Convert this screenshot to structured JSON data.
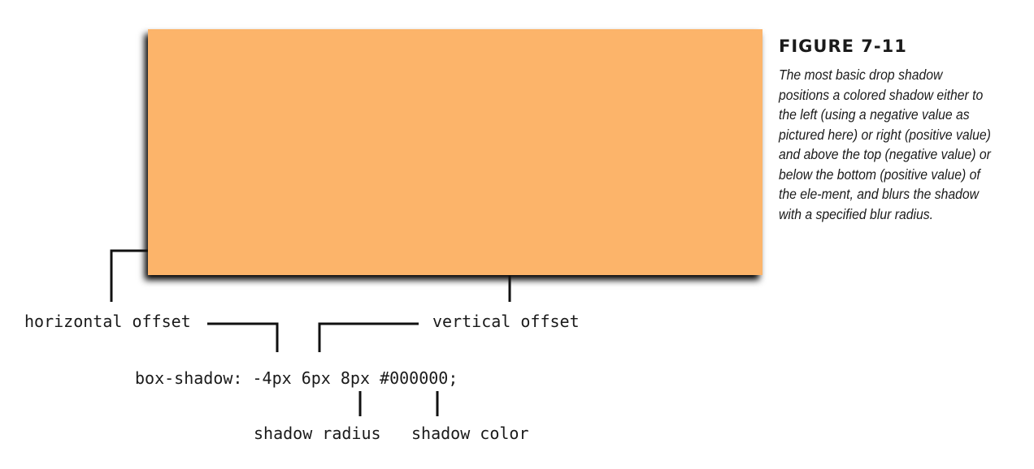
{
  "figure": {
    "number": "FIGURE 7-11",
    "caption": "The most basic drop shadow positions a colored shadow either to the left (using a negative value as pictured here) or right (positive value) and above the top (negative value) or below the bottom (positive value) of the ele-ment, and blurs the shadow with a specified blur radius."
  },
  "demo": {
    "box_color": "#fcb46a",
    "shadow_color": "#000000"
  },
  "labels": {
    "horizontal_offset": "horizontal offset",
    "vertical_offset": "vertical offset",
    "shadow_radius": "shadow radius",
    "shadow_color": "shadow color"
  },
  "code": "box-shadow: -4px 6px 8px #000000;"
}
